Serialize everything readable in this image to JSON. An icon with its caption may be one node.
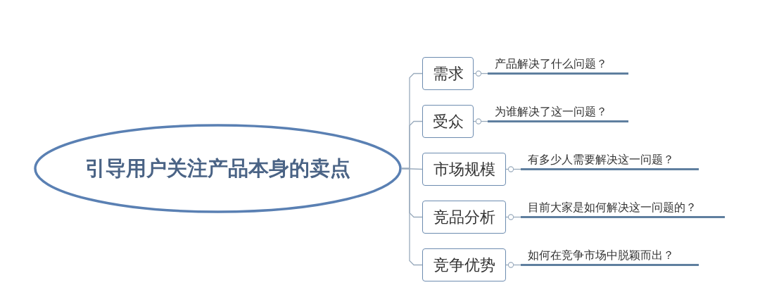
{
  "diagram": {
    "nodes": [
      {
        "text": [
          "引导用户关注产品本身的卖点"
        ]
      },
      {
        "text": [
          "需求"
        ]
      },
      {
        "text": [
          "受众"
        ]
      },
      {
        "text": [
          "市场规模"
        ]
      },
      {
        "text": [
          "竞品分析"
        ]
      },
      {
        "text": [
          "竞争优势"
        ]
      },
      {
        "text": [
          "产品解决了什么问题？"
        ]
      },
      {
        "text": [
          "为谁解决了这一问题？"
        ]
      },
      {
        "text": [
          "有多少人需要解决这一问题？"
        ]
      },
      {
        "text": [
          "目前大家是如何解决这一问题的？"
        ]
      },
      {
        "text": [
          "如何在竞争市场中脱颖而出？"
        ]
      }
    ],
    "edges": [
      {
        "from": 0,
        "to": 1,
        "arrow": "none"
      },
      {
        "from": 0,
        "to": 2,
        "arrow": "none"
      },
      {
        "from": 0,
        "to": 3,
        "arrow": "none"
      },
      {
        "from": 0,
        "to": 4,
        "arrow": "none"
      },
      {
        "from": 0,
        "to": 5,
        "arrow": "none"
      },
      {
        "from": 1,
        "to": 6,
        "arrow": "other"
      },
      {
        "from": 2,
        "to": 7,
        "arrow": "other"
      },
      {
        "from": 3,
        "to": 8,
        "arrow": "other"
      },
      {
        "from": 4,
        "to": 9,
        "arrow": "other"
      },
      {
        "from": 5,
        "to": 10,
        "arrow": "other"
      }
    ]
  }
}
